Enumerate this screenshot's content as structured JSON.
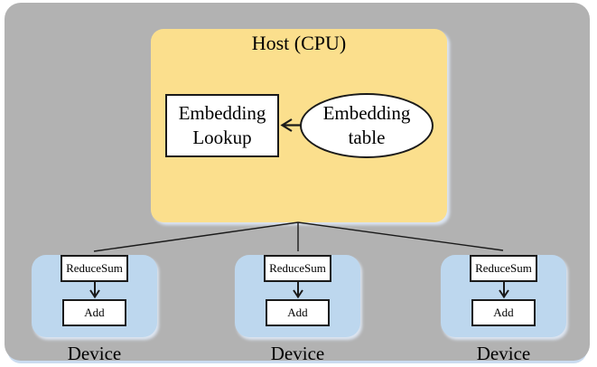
{
  "colors": {
    "background": "#ffffff",
    "panel_gray": "#b2b2b2",
    "host_fill": "#fbdf8d",
    "device_fill": "#bdd7ee",
    "node_fill": "#ffffff",
    "line": "#1a1a1a",
    "text": "#000000",
    "shadow": "#cadcf0"
  },
  "host": {
    "title": "Host (CPU)",
    "lookup_label": "Embedding Lookup",
    "table_label": "Embedding table"
  },
  "devices": [
    {
      "reduce_label": "ReduceSum",
      "add_label": "Add",
      "caption": "Device"
    },
    {
      "reduce_label": "ReduceSum",
      "add_label": "Add",
      "caption": "Device"
    },
    {
      "reduce_label": "ReduceSum",
      "add_label": "Add",
      "caption": "Device"
    }
  ]
}
